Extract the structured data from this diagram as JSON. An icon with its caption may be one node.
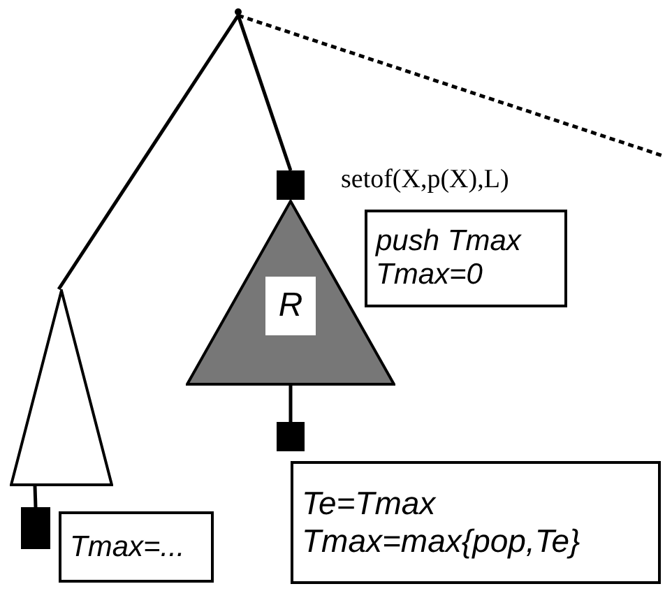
{
  "diagram": {
    "nodes": [
      {
        "text": [],
        "shape": "point"
      },
      {
        "text": [],
        "shape": "triangle"
      },
      {
        "text": [],
        "shape": "square"
      },
      {
        "text": [
          "R"
        ]
      },
      {
        "text": [
          "push Tmax Tmax=0"
        ]
      },
      {
        "text": [],
        "shape": "square"
      },
      {
        "text": [],
        "shape": "square"
      },
      {
        "text": [
          "Te=Tmax Tmax=max{pop,Te}"
        ]
      },
      {
        "text": [
          "Tmax=..."
        ]
      }
    ],
    "edges": [
      {
        "from": 0,
        "to": 1,
        "arrow": "none"
      },
      {
        "from": 0,
        "to": 2,
        "arrow": "none"
      },
      {
        "from": 0,
        "to": null,
        "arrow": "none",
        "style": "dashed"
      },
      {
        "from": 3,
        "to": 5,
        "arrow": "none"
      },
      {
        "from": 1,
        "to": 6,
        "arrow": "none"
      }
    ],
    "labels": [
      "setof(X,p(X),L)"
    ]
  }
}
